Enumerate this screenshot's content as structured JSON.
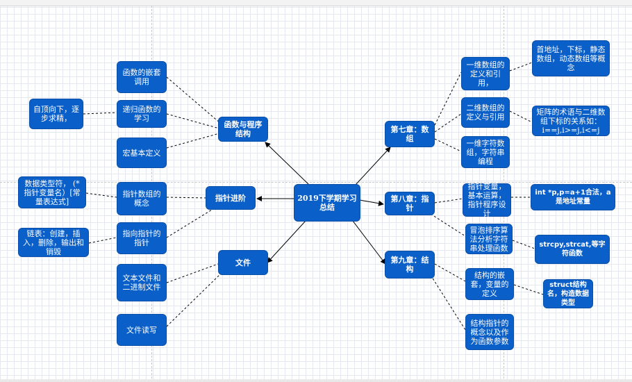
{
  "center": "2019下学期学习总结",
  "branches": {
    "functions": "函数与程序结构",
    "pointers_adv": "指针进阶",
    "files": "文件",
    "ch7": "第七章：数组",
    "ch8": "第八章：指针",
    "ch9": "第九章：结构"
  },
  "details": {
    "nested_calls": "函数的嵌套调用",
    "recursion": "递归函数的学习",
    "macro": "宏基本定义",
    "topdown": "自顶向下，逐步求精，",
    "ptr_array": "指针数组的概念",
    "ptr_array_syntax": "数据类型符， (*指针变量名）[常量表达式]",
    "ptr_to_ptr": "指向指针的指针",
    "linked_list": "链表：创建，插入，删除，输出和销毁",
    "text_binary": "文本文件和二进制文件",
    "file_rw": "文件读写",
    "one_d_array": "一维数组的定义和引用，",
    "one_d_array_note": "首地址，下标，静态数组，动态数组等概念",
    "two_d_array": "二维数组的定义与引用",
    "matrix_note": "矩阵的术语与二维数组下标的关系如：i==j,i>=j,i<=j",
    "char_array": "一维字符数组，字符串编程",
    "ptr_vars": "指针变量，基本运算，指针程序设计",
    "ptr_vars_note": "int *p,p=a+1合法，a是地址常量",
    "bubble_sort": "冒泡排序算法分析字符串处理函数",
    "string_funcs": "strcpy,strcat,等字符函数",
    "struct_nesting": "结构的嵌套，变量的定义",
    "struct_note": "struct结构名，构造数据类型",
    "struct_ptr": "结构指针的概念以及作为函数参数"
  }
}
